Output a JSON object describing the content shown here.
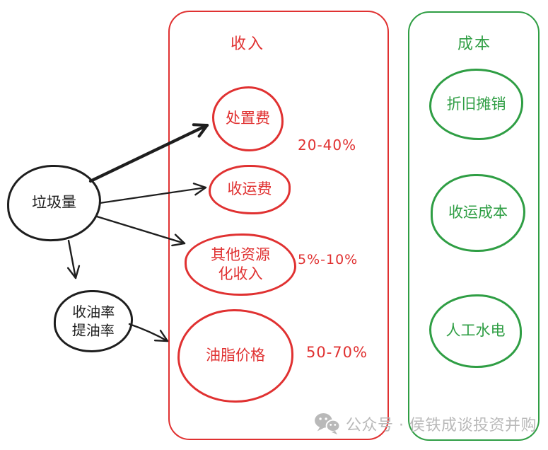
{
  "colors": {
    "black": "#1e1e1e",
    "red": "#e03131",
    "green": "#2f9e44",
    "gray": "#b9b9b9",
    "bg": "#ffffff"
  },
  "nodes": {
    "garbage": "垃圾量",
    "oil_rate_line1": "收油率",
    "oil_rate_line2": "提油率"
  },
  "revenue": {
    "title": "收入",
    "disposal_label": "处置费",
    "disposal_pct": "20-40%",
    "collection_label": "收运费",
    "other_label_line1": "其他资源",
    "other_label_line2": "化收入",
    "other_pct": "5%-10%",
    "oil_price_label": "油脂价格",
    "oil_price_pct": "50-70%"
  },
  "cost": {
    "title": "成本",
    "depreciation_label": "折旧摊销",
    "collection_cost_label": "收运成本",
    "labor_utilities_label": "人工水电"
  },
  "watermark": {
    "icon": "wechat-logo",
    "text": "公众号 · 侯铁成谈投资并购"
  }
}
